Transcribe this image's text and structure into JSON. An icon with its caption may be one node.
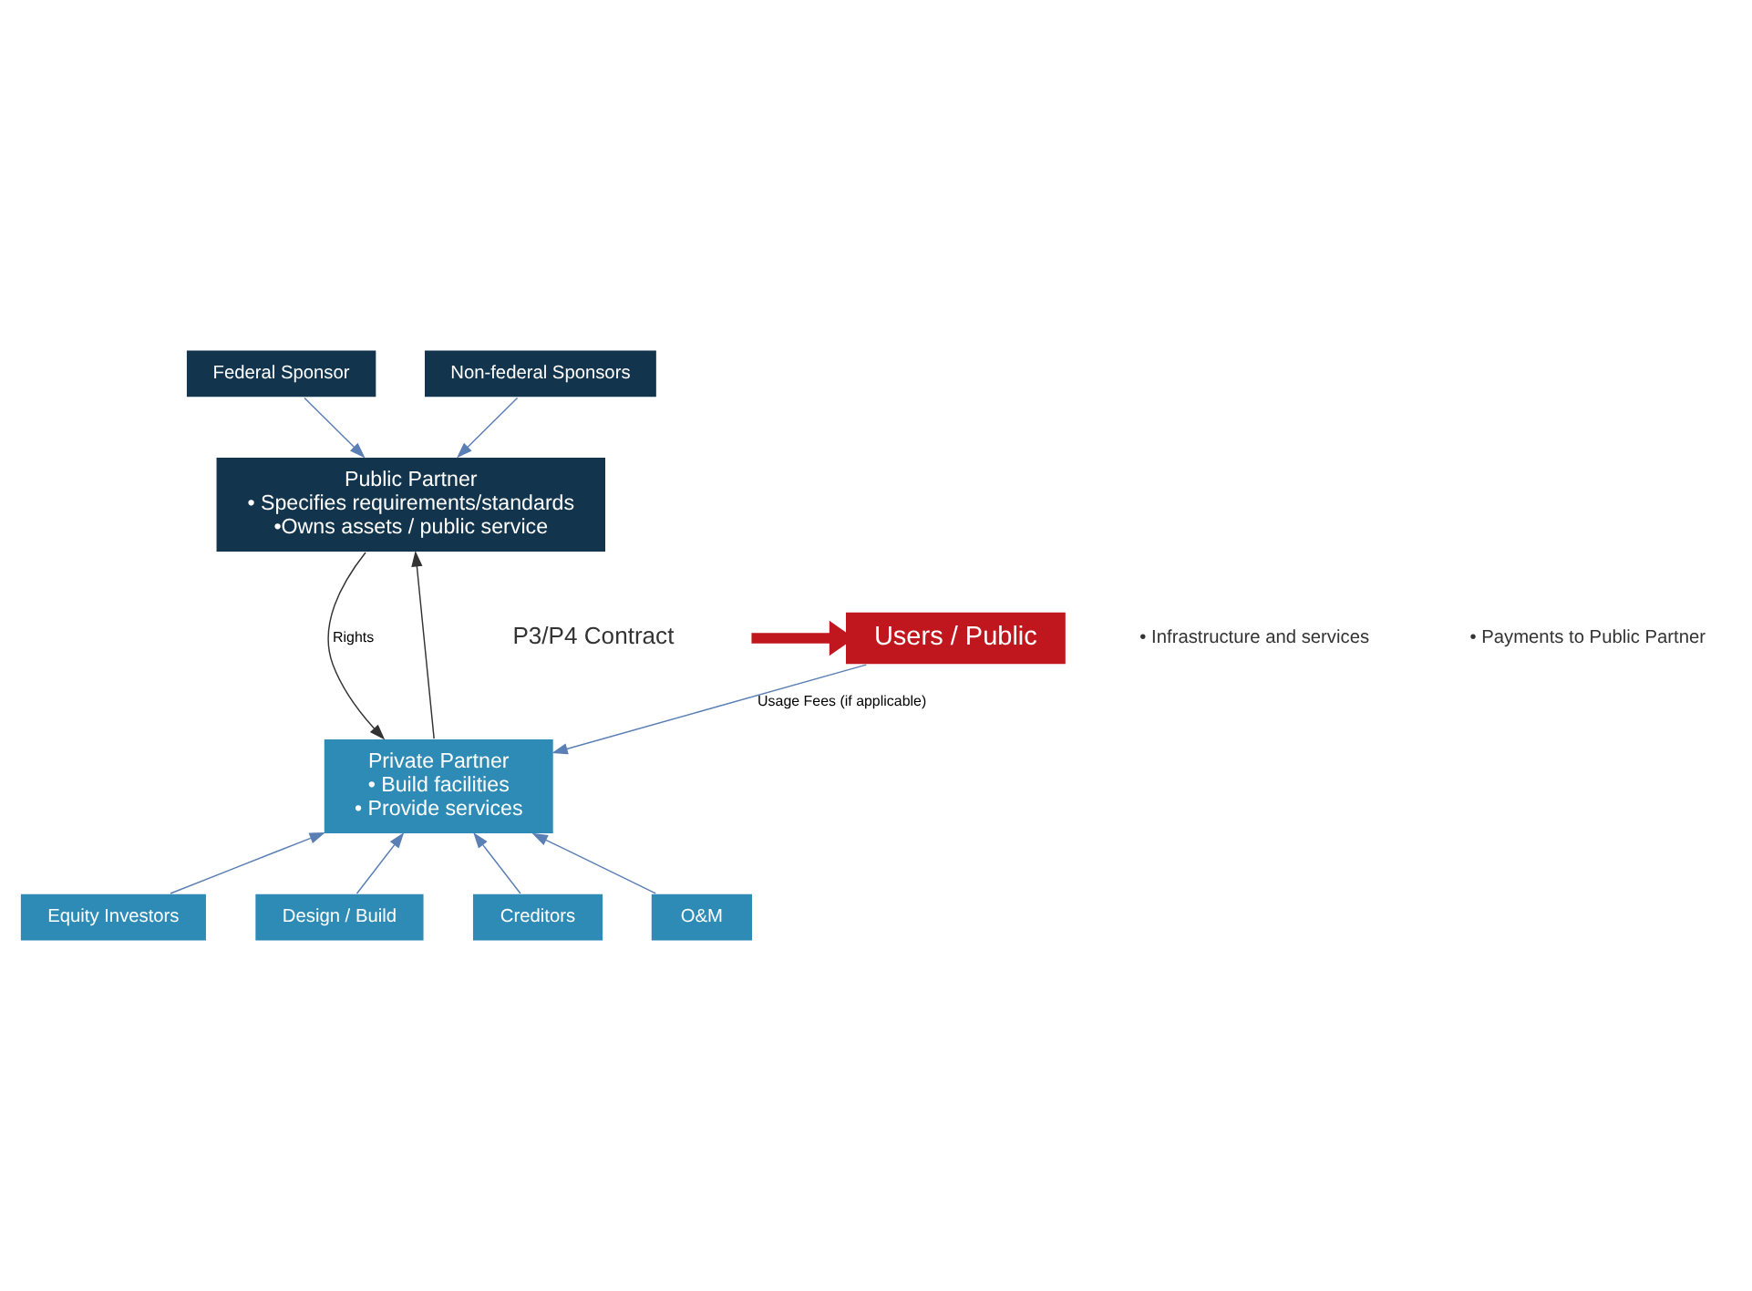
{
  "diagram": {
    "nodes": [
      {
        "text": [
          "Federal Sponsor"
        ]
      },
      {
        "text": [
          "Non-federal Sponsors"
        ]
      },
      {
        "text": [
          "Public Partner",
          "• Specifies requirements/standards",
          "•Owns assets / public service"
        ]
      },
      {
        "text": [
          "Users / Public"
        ]
      },
      {
        "text": [
          "Private Partner",
          "• Build facilities",
          "• Provide services"
        ]
      },
      {
        "text": [
          "Equity Investors"
        ]
      },
      {
        "text": [
          "Design / Build"
        ]
      },
      {
        "text": [
          "Creditors"
        ]
      },
      {
        "text": [
          "O&M"
        ]
      }
    ],
    "edges": [
      {
        "from": 0,
        "to": 2,
        "arrow": "to"
      },
      {
        "from": 1,
        "to": 2,
        "arrow": "to"
      },
      {
        "from": 2,
        "to": 4,
        "arrow": "to",
        "label": "Rights",
        "color": "#333333"
      },
      {
        "from": 4,
        "to": 2,
        "arrow": "to",
        "color": "#333333"
      },
      {
        "from": null,
        "to": 3,
        "arrow": "to",
        "style": "thick",
        "color": "#c0161d"
      },
      {
        "from": 3,
        "to": 4,
        "arrow": "to",
        "label": "Usage Fees (if applicable)"
      },
      {
        "from": 5,
        "to": 4,
        "arrow": "to"
      },
      {
        "from": 6,
        "to": 4,
        "arrow": "to"
      },
      {
        "from": 7,
        "to": 4,
        "arrow": "to"
      },
      {
        "from": 8,
        "to": 4,
        "arrow": "to"
      }
    ],
    "labels": [
      "P3/P4 Contract",
      "• Infrastructure and services",
      "• Payments to Public Partner"
    ]
  }
}
